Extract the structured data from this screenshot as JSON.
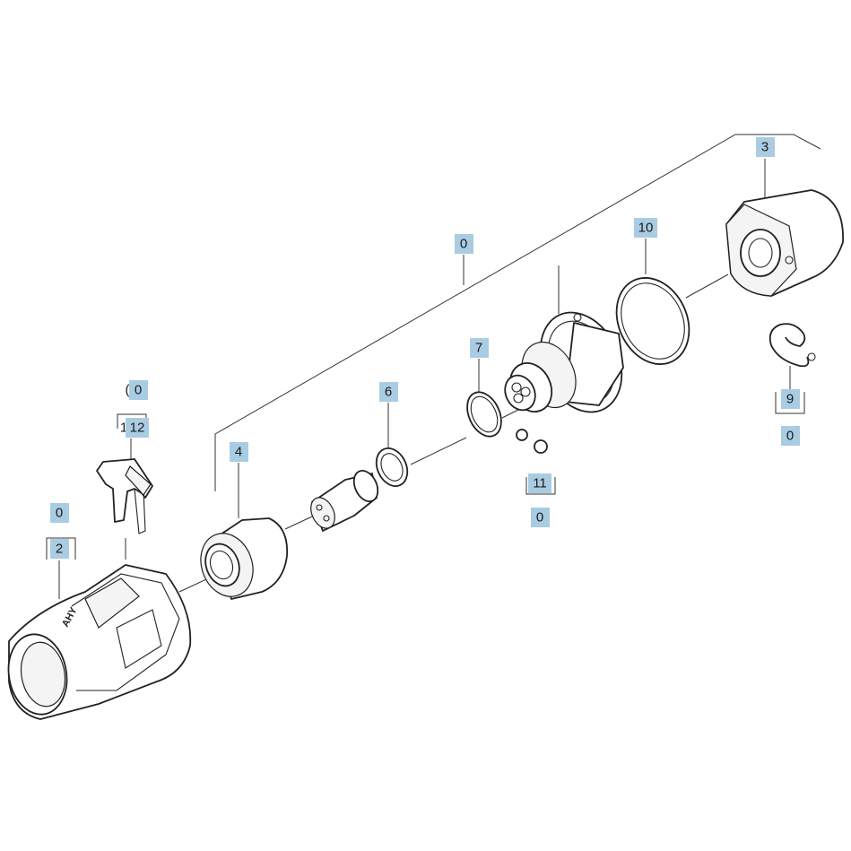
{
  "callouts": {
    "c3": "3",
    "c10": "10",
    "c0_main": "0",
    "c7": "7",
    "c6": "6",
    "c4": "4",
    "c11": "11",
    "c11_sub": "0",
    "c9": "9",
    "c9_sub": "0",
    "c12_top": "0",
    "c12_prefix_top": "(",
    "c12": "12",
    "c12_prefix": "1",
    "c2_top": "0",
    "c2": "2"
  },
  "housing_mark": "AHY"
}
